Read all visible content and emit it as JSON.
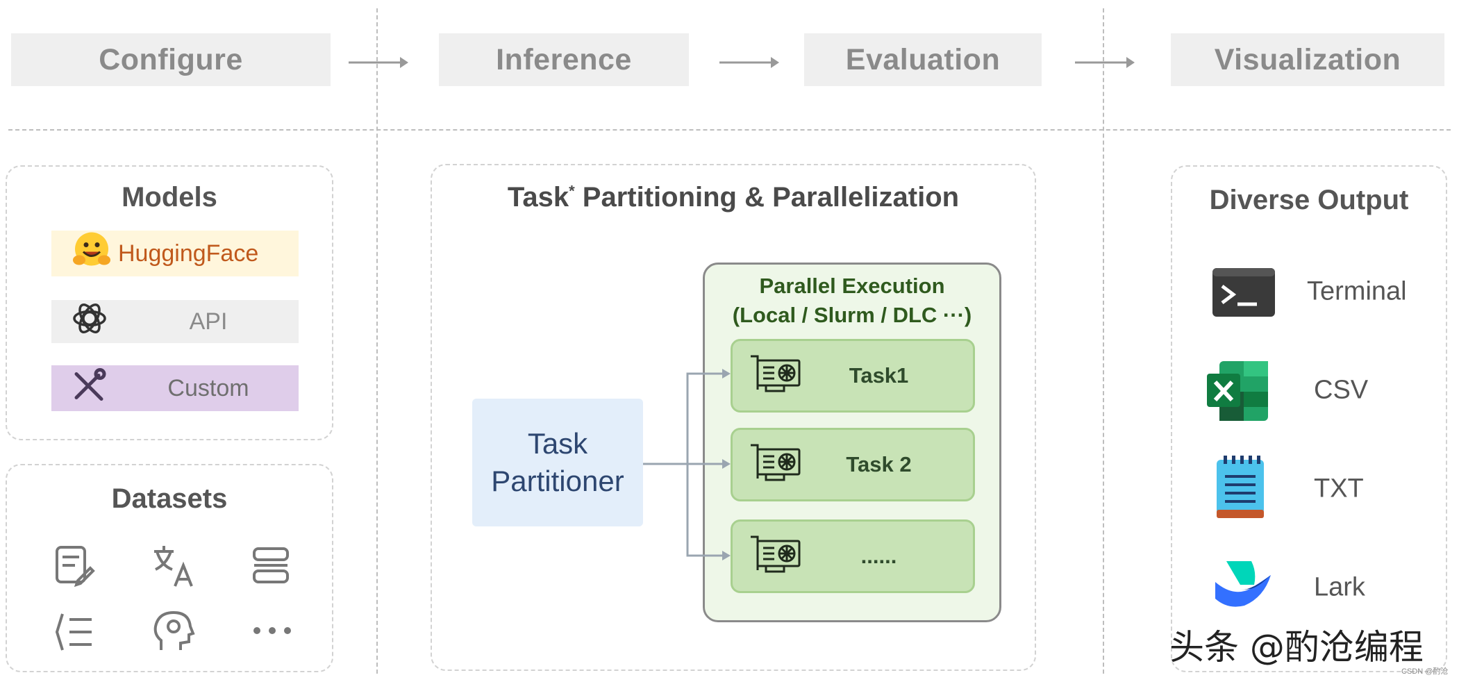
{
  "stages": [
    "Configure",
    "Inference",
    "Evaluation",
    "Visualization"
  ],
  "models": {
    "title": "Models",
    "items": [
      {
        "label": "HuggingFace",
        "icon": "hugging-face-icon",
        "bg": "#fff6dc",
        "color": "#c0591c"
      },
      {
        "label": "API",
        "icon": "openai-icon",
        "bg": "#efefef",
        "color": "#8a8a8a"
      },
      {
        "label": "Custom",
        "icon": "tools-icon",
        "bg": "#dfcdea",
        "color": "#6f6f6f"
      }
    ]
  },
  "datasets": {
    "title": "Datasets",
    "icons": [
      "document-edit-icon",
      "translate-icon",
      "layers-icon",
      "list-icon",
      "brain-head-icon",
      "more-icon"
    ]
  },
  "center": {
    "title_main": "Task",
    "title_sup": "*",
    "title_rest": " Partitioning & Parallelization",
    "partitioner": [
      "Task",
      "Partitioner"
    ],
    "parallel_title": [
      "Parallel Execution",
      "(Local / Slurm / DLC ···)"
    ],
    "tasks": [
      "Task1",
      "Task 2",
      "......"
    ]
  },
  "output": {
    "title": "Diverse Output",
    "items": [
      {
        "label": "Terminal",
        "icon": "terminal-icon"
      },
      {
        "label": "CSV",
        "icon": "excel-icon"
      },
      {
        "label": "TXT",
        "icon": "notepad-icon"
      },
      {
        "label": "Lark",
        "icon": "lark-icon"
      }
    ]
  },
  "watermark": "头条 @酌沧编程",
  "small_watermark": "CSDN @酌沧",
  "colors": {
    "stage_bg": "#efefef",
    "partitioner_bg": "#e3eefa",
    "parallel_bg": "#eef7e8",
    "task_bg": "#c8e3b6",
    "green_text": "#2f5a1e"
  }
}
